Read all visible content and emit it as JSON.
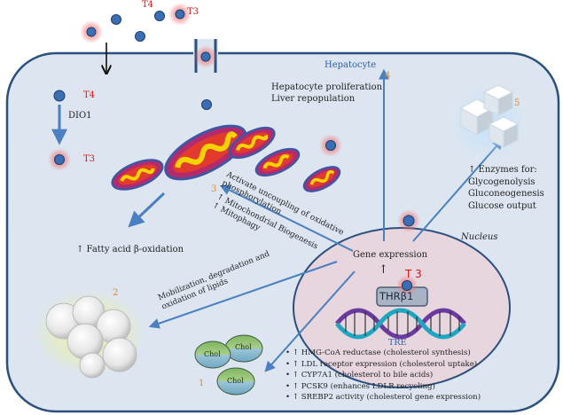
{
  "labels": {
    "t4_top": "T4",
    "t3_top": "T3",
    "hepatocyte": "Hepatocyte",
    "t4_cell": "T4",
    "dio1": "DIO1",
    "t3_cell": "T3",
    "proliferation_1": "Hepatocyte proliferation",
    "proliferation_2": "Liver repopulation",
    "enzymes_1": "↑ Enzymes for:",
    "enzymes_2": "Glycogenolysis",
    "enzymes_3": "Gluconeogenesis",
    "enzymes_4": "Glucose output",
    "uncoupling_1": "Activate uncoupling of oxidative",
    "uncoupling_2": "phosphorylation",
    "biogenesis_1": "↑ Mitochondrial Biogenesis",
    "biogenesis_2": "↑ Mitophagy",
    "fatty_acid": "↑ Fatty acid β-oxidation",
    "nucleus": "Nucleus",
    "gene_expression": "Gene expression",
    "up_arrow": "↑",
    "t3_nucleus": "T 3",
    "thr": "THRβ1",
    "tre": "TRE",
    "lipid_1": "Mobilization, degradation and",
    "lipid_2": "oxidation of lipids",
    "chol": "Chol"
  },
  "numbers": {
    "n1": "1",
    "n2": "2",
    "n3": "3",
    "n4": "4",
    "n5": "5"
  },
  "cholesterol_effects": [
    "• ↑ HMG-CoA reductase (cholesterol synthesis)",
    "• ↑ LDL receptor expression (cholesterol uptake)",
    "• ↑ CYP7A1 (cholesterol to bile acids)",
    "• ↑ PCSK9 (enhances LDLR recycling)",
    "• ↑ SREBP2 activity (cholesterol gene expression)"
  ],
  "colors": {
    "cell_fill": "#dde6f0",
    "cell_border": "#2b4f7e",
    "nucleus_fill": "#e8d6df",
    "arrow": "#4a7fc1",
    "hormone_dot": "#3a6fb5",
    "t3_glow": "#e8474a",
    "number": "#e08a2e"
  }
}
